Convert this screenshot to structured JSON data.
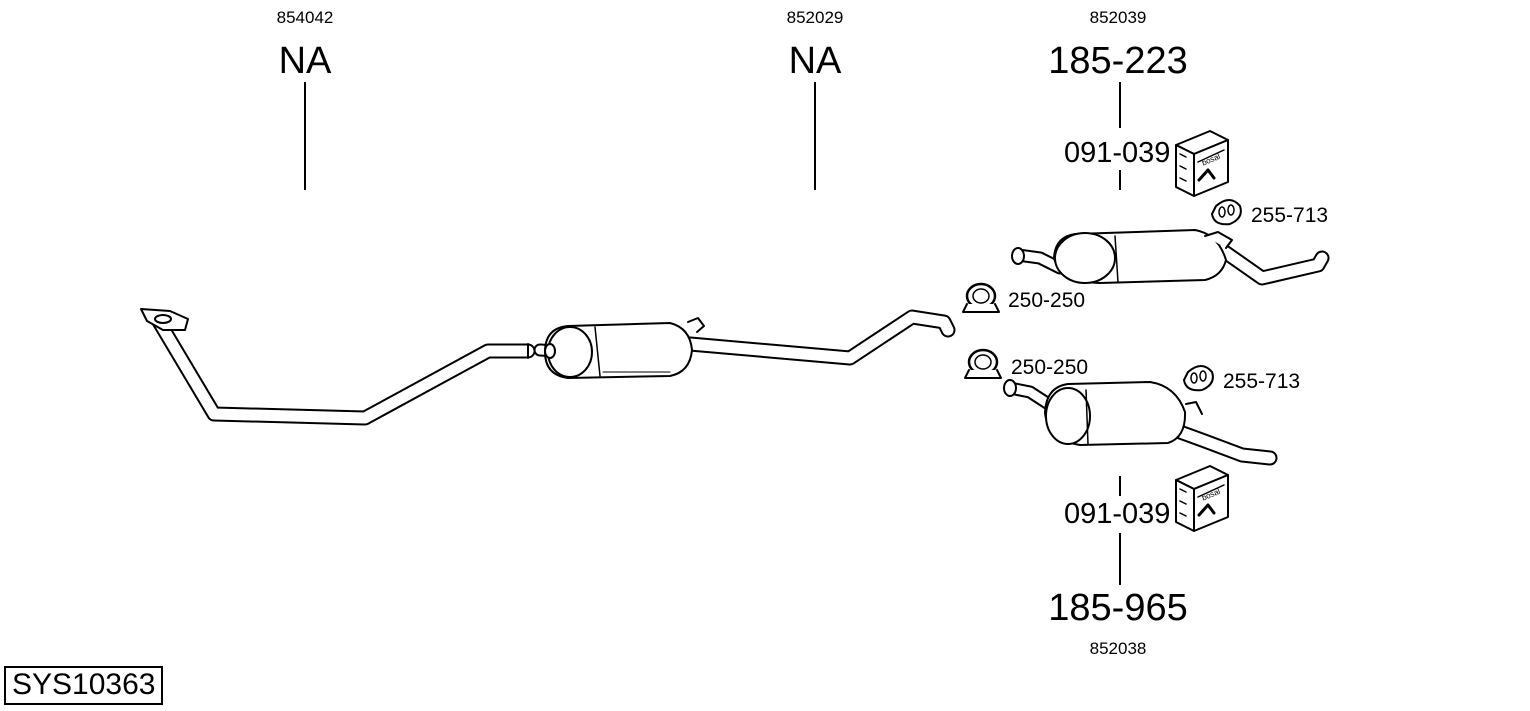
{
  "columns": [
    {
      "ref": "854042",
      "code": "NA"
    },
    {
      "ref": "852029",
      "code": "NA"
    },
    {
      "ref": "852039",
      "code": "185-223",
      "kit": "091-039"
    },
    {
      "ref": "852038",
      "code": "185-965",
      "kit": "091-039"
    }
  ],
  "parts": {
    "clamp_upper": "250-250",
    "clamp_lower": "250-250",
    "hanger_upper": "255-713",
    "hanger_lower": "255-713"
  },
  "kit_brand": "bosal",
  "system_id": "SYS10363",
  "colors": {
    "line": "#000000",
    "fill": "#ffffff",
    "shade": "#e0e0e0"
  }
}
